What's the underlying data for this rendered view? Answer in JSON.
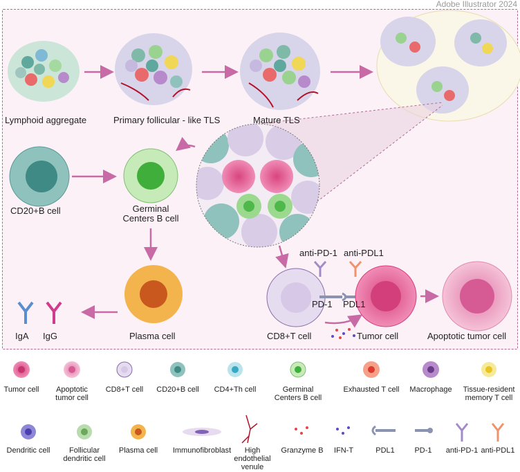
{
  "watermark": "Adobe Illustrator 2024",
  "stages": {
    "lymphoid": "Lymphoid  aggregate",
    "primary": "Primary follicular - like TLS",
    "mature": "Mature TLS"
  },
  "cells": {
    "cd20b": "CD20+B cell",
    "germinal_1": "Germinal",
    "germinal_2": "Centers B cell",
    "plasma": "Plasma cell",
    "iga": "IgA",
    "igg": "IgG",
    "cd8t": "CD8+T cell",
    "tumor": "Tumor cell",
    "apoptotic": "Apoptotic tumor cell",
    "anti_pd1": "anti-PD-1",
    "anti_pdl1": "anti-PDL1",
    "pd1": "PD-1",
    "pdl1": "PDL1"
  },
  "legend": {
    "row1": [
      {
        "label1": "Tumor cell",
        "label2": ""
      },
      {
        "label1": "Apoptotic",
        "label2": "tumor cell"
      },
      {
        "label1": "CD8+T cell",
        "label2": ""
      },
      {
        "label1": "CD20+B cell",
        "label2": ""
      },
      {
        "label1": "CD4+Th cell",
        "label2": ""
      },
      {
        "label1": "Germinal",
        "label2": "Centers B cell"
      },
      {
        "label1": "Exhausted T cell",
        "label2": ""
      },
      {
        "label1": "Macrophage",
        "label2": ""
      },
      {
        "label1": "Tissue-resident",
        "label2": "memory T cell"
      }
    ],
    "row2": [
      {
        "label1": "Dendritic cell",
        "label2": "",
        "label3": ""
      },
      {
        "label1": "Follicular",
        "label2": "dendritic cell",
        "label3": ""
      },
      {
        "label1": "Plasma cell",
        "label2": "",
        "label3": ""
      },
      {
        "label1": "Immunofibroblast",
        "label2": "",
        "label3": ""
      },
      {
        "label1": "High",
        "label2": "endothelial",
        "label3": "venule"
      },
      {
        "label1": "Granzyme B",
        "label2": "",
        "label3": ""
      },
      {
        "label1": "IFN-T",
        "label2": "",
        "label3": ""
      },
      {
        "label1": "PDL1",
        "label2": "",
        "label3": ""
      },
      {
        "label1": "PD-1",
        "label2": "",
        "label3": ""
      },
      {
        "label1": "anti-PD-1",
        "label2": "",
        "label3": ""
      },
      {
        "label1": "anti-PDL1",
        "label2": "",
        "label3": ""
      }
    ]
  },
  "colors": {
    "arrow": "#c76aa6",
    "tumor": "#e76aa0",
    "cd8": "#d9cce6",
    "cd20b": "#8fc1bd",
    "germinal": "#9bd98f",
    "plasma": "#f0a640",
    "panel_border": "#b06a95"
  }
}
